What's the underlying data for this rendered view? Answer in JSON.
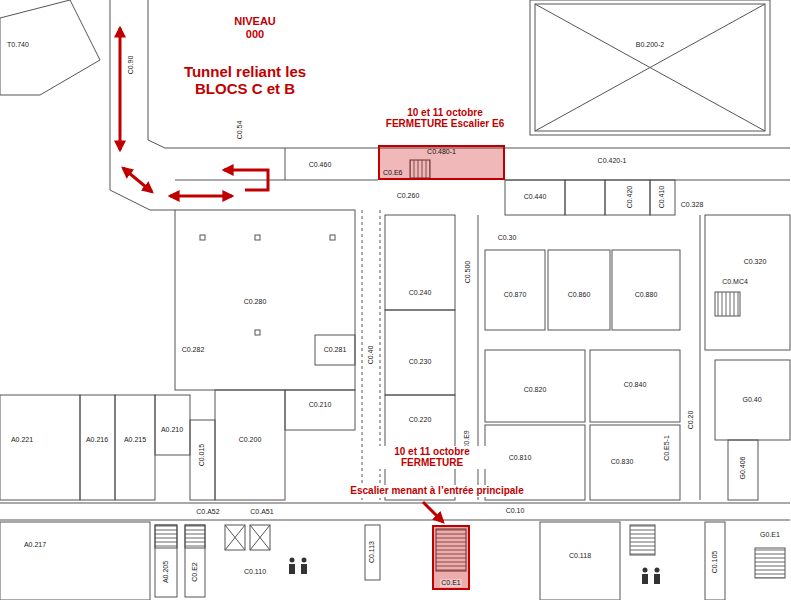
{
  "diagram": {
    "nodes": [
      {
        "text": [
          "C0.480-1",
          "C0.E6"
        ]
      },
      {
        "text": [
          "C0.E1"
        ]
      }
    ],
    "labels": [
      "NIVEAU 000",
      "Tunnel reliant les BLOCS C et B",
      "10 et 11 octobre FERMETURE Escalier E6",
      "T0.740",
      "B0.200-2",
      "C0.90",
      "C0.54",
      "C0.460",
      "C0.420-1",
      "C0.440",
      "C0.420",
      "C0.410",
      "C0.328",
      "C0.260",
      "C0.30",
      "C0.320",
      "C0.MC4",
      "C0.500",
      "C0.240",
      "C0.870",
      "C0.860",
      "C0.880",
      "C0.280",
      "C0.282",
      "C0.281",
      "C0.40",
      "C0.230",
      "C0.820",
      "C0.840",
      "C0.20",
      "G0.40",
      "C0.210",
      "A0.221",
      "A0.216",
      "A0.215",
      "A0.210",
      "C0.015",
      "C0.200",
      "C0.220",
      "C0.E9",
      "C0.810",
      "C0.830",
      "C0.E5-1",
      "G0.406",
      "10 et 11 octobre FERMETURE",
      "Escalier menant à l’entrée principale",
      "C0.10",
      "A0.217",
      "C0.A52",
      "C0.A51",
      "A0.205",
      "C0.E2",
      "C0.110",
      "C0.113",
      "C0.118",
      "C0.105",
      "G0.E1"
    ]
  }
}
